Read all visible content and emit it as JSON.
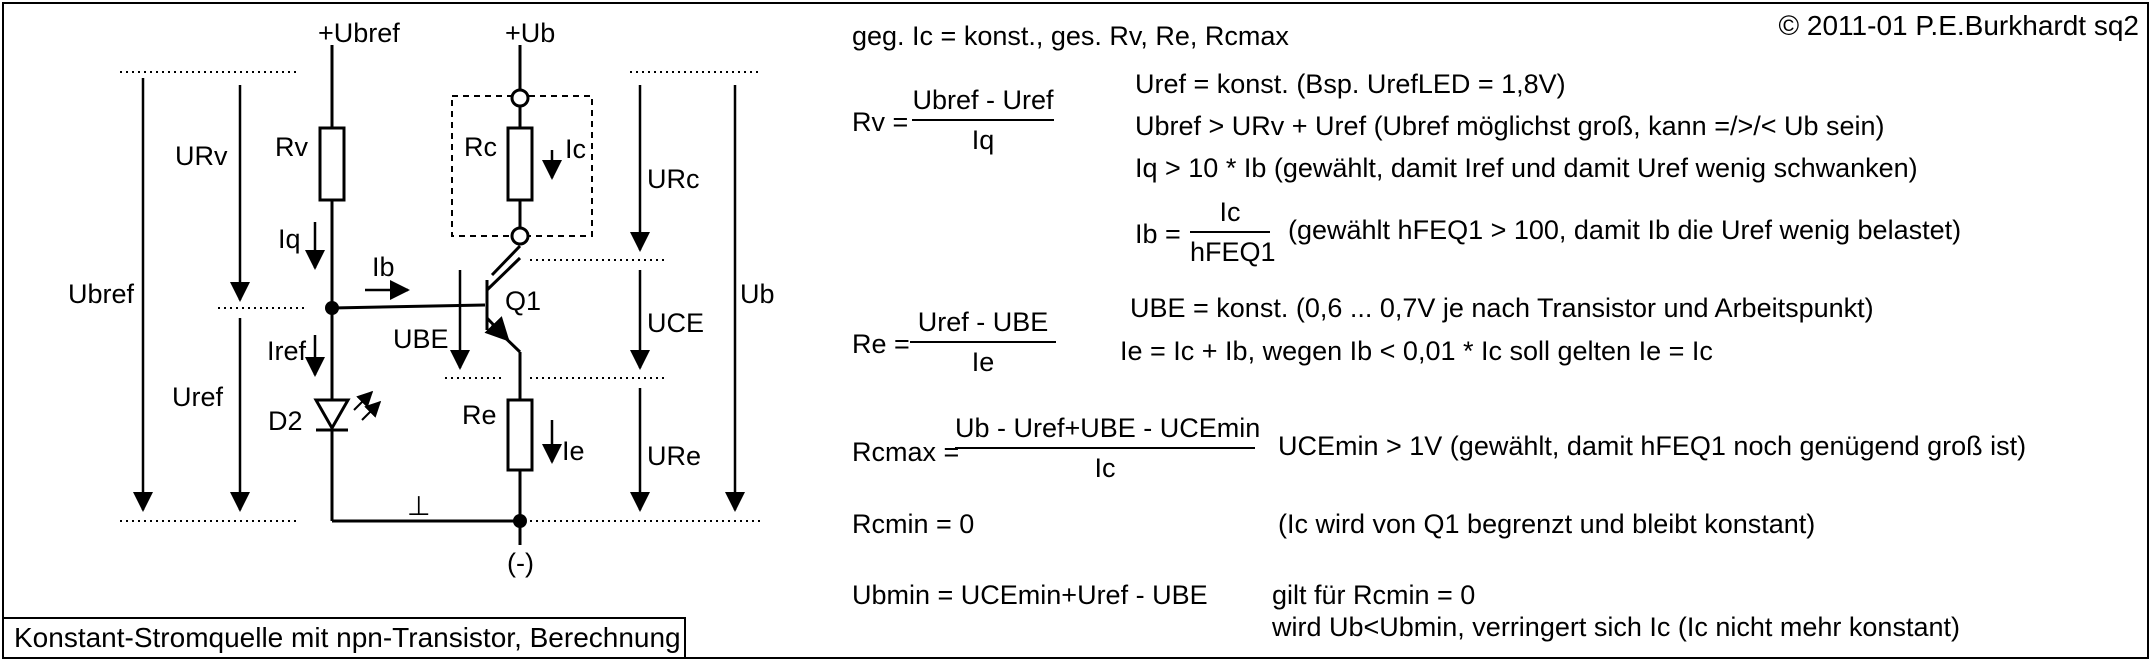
{
  "caption": "Konstant-Stromquelle mit npn-Transistor, Berechnung",
  "copyright": "© 2011-01 P.E.Burkhardt sq2",
  "circuit": {
    "ubref": "+Ubref",
    "ub": "+Ub",
    "minus": "(-)",
    "ground": "⊥",
    "rv": "Rv",
    "rc": "Rc",
    "re": "Re",
    "q1": "Q1",
    "d2": "D2",
    "iq": "Iq",
    "ib": "Ib",
    "ic": "Ic",
    "ie": "Ie",
    "iref": "Iref",
    "ube": "UBE",
    "urv": "URv",
    "ubref_v": "Ubref",
    "uref_v": "Uref",
    "urc": "URc",
    "uce": "UCE",
    "ure": "URe",
    "ub_v": "Ub"
  },
  "formulas": {
    "given": "geg. Ic = konst., ges. Rv, Re, Rcmax",
    "rv_lhs": "Rv =",
    "rv_num": "Ubref - Uref",
    "rv_den": "Iq",
    "rv_notes": [
      "Uref = konst. (Bsp. UrefLED = 1,8V)",
      "Ubref > URv + Uref   (Ubref möglichst groß, kann =/>/< Ub sein)",
      "Iq > 10 * Ib   (gewählt, damit Iref und damit Uref wenig schwanken)"
    ],
    "ib_lhs": "Ib =",
    "ib_num": "Ic",
    "ib_den": "hFEQ1",
    "ib_note": "(gewählt  hFEQ1 > 100, damit Ib die Uref wenig belastet)",
    "re_lhs": "Re =",
    "re_num": "Uref - UBE",
    "re_den": "Ie",
    "re_notes": [
      "UBE = konst. (0,6 ... 0,7V  je nach Transistor und Arbeitspunkt)",
      "Ie = Ic + Ib, wegen Ib < 0,01 * Ic  soll gelten  Ie = Ic"
    ],
    "rcmax_lhs": "Rcmax =",
    "rcmax_num": "Ub - Uref+UBE - UCEmin",
    "rcmax_den": "Ic",
    "rcmax_note": "UCEmin > 1V  (gewählt, damit  hFEQ1  noch genügend groß ist)",
    "rcmin": "Rcmin = 0",
    "rcmin_note": "(Ic wird von Q1 begrenzt und bleibt konstant)",
    "ubmin": "Ubmin = UCEmin+Uref - UBE",
    "ubmin_note1": "gilt für Rcmin = 0",
    "ubmin_note2": "wird Ub<Ubmin, verringert sich Ic (Ic nicht mehr konstant)"
  }
}
